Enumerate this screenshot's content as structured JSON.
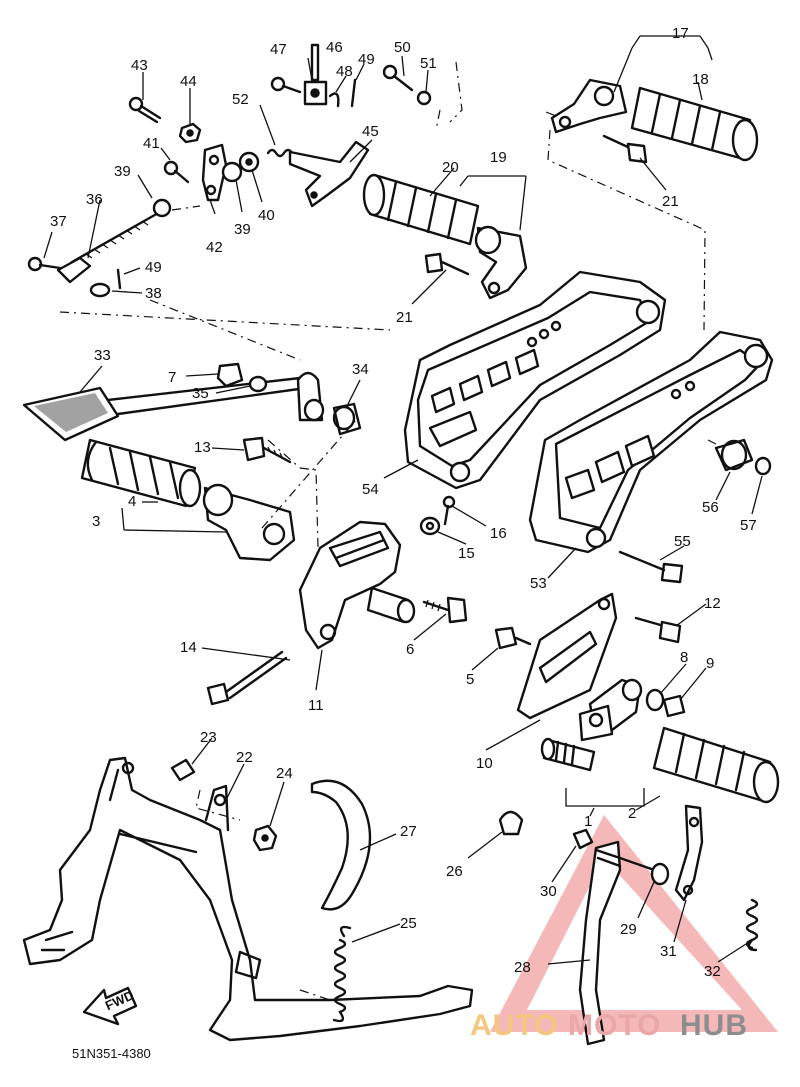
{
  "diagram_code": "51N351-4380",
  "fwd_label": "FWD",
  "watermark": {
    "auto": "AUTO",
    "moto": "MOTO",
    "hub": "HUB",
    "auto_color": "#f4c77f",
    "moto_color": "#e9a7a7",
    "hub_color": "#8d8d8d",
    "triangle_color": "#f0a0a0"
  },
  "labels": {
    "n1": "1",
    "n2": "2",
    "n3": "3",
    "n4": "4",
    "n5": "5",
    "n6": "6",
    "n7": "7",
    "n8": "8",
    "n9": "9",
    "n10": "10",
    "n11": "11",
    "n12": "12",
    "n13": "13",
    "n14": "14",
    "n15": "15",
    "n16": "16",
    "n17": "17",
    "n18": "18",
    "n19": "19",
    "n20": "20",
    "n21a": "21",
    "n21b": "21",
    "n22": "22",
    "n23": "23",
    "n24": "24",
    "n25": "25",
    "n26": "26",
    "n27": "27",
    "n28": "28",
    "n29": "29",
    "n30": "30",
    "n31": "31",
    "n32": "32",
    "n33": "33",
    "n34": "34",
    "n35": "35",
    "n36": "36",
    "n37": "37",
    "n38": "38",
    "n39a": "39",
    "n39b": "39",
    "n40": "40",
    "n41": "41",
    "n42": "42",
    "n43": "43",
    "n44": "44",
    "n45": "45",
    "n46": "46",
    "n47": "47",
    "n48": "48",
    "n49a": "49",
    "n49b": "49",
    "n50": "50",
    "n51": "51",
    "n52": "52",
    "n53": "53",
    "n54": "54",
    "n55": "55",
    "n56": "56",
    "n57": "57"
  }
}
